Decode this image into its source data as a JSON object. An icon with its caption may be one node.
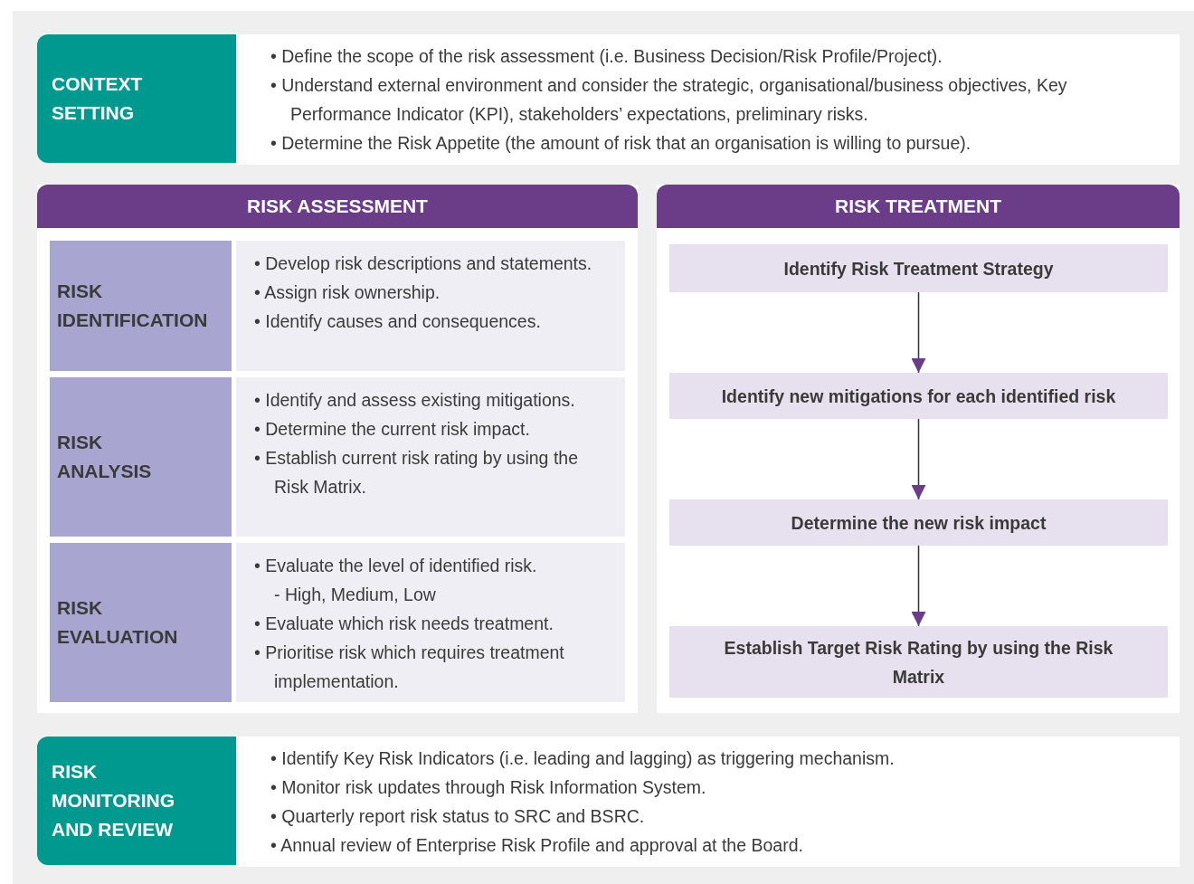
{
  "diagram": {
    "nodes": [
      {
        "text": [
          "CONTEXT SETTING"
        ]
      },
      {
        "text": [
          "• Define the scope of the risk assessment (i.e. Business Decision/Risk Profile/Project).",
          "• Understand external environment and consider the strategic, organisational/business objectives, Key Performance Indicator (KPI), stakeholders’ expectations, preliminary risks.",
          "• Determine the Risk Appetite (the amount of risk that an organisation is willing to pursue)."
        ]
      },
      {
        "text": [
          "RISK ASSESSMENT"
        ]
      },
      {
        "text": [
          "RISK IDENTIFICATION"
        ],
        "in": 2
      },
      {
        "text": [
          "• Develop risk descriptions and statements.",
          "• Assign risk ownership.",
          "• Identify causes and consequences."
        ],
        "in": 2
      },
      {
        "text": [
          "RISK ANALYSIS"
        ],
        "in": 2
      },
      {
        "text": [
          "• Identify and assess existing mitigations.",
          "• Determine the current risk impact.",
          "• Establish current risk rating by using the Risk Matrix."
        ],
        "in": 2
      },
      {
        "text": [
          "RISK EVALUATION"
        ],
        "in": 2
      },
      {
        "text": [
          "• Evaluate the level of identified risk.",
          "- High, Medium, Low",
          "• Evaluate which risk needs treatment.",
          "• Prioritise risk which requires treatment implementation."
        ],
        "in": 2
      },
      {
        "text": [
          "RISK TREATMENT"
        ]
      },
      {
        "text": [
          "Identify Risk Treatment Strategy"
        ],
        "in": 9
      },
      {
        "text": [
          "Identify new mitigations for each identified risk"
        ],
        "in": 9
      },
      {
        "text": [
          "Determine the new risk impact"
        ],
        "in": 9
      },
      {
        "text": [
          "Establish Target Risk Rating by using the Risk Matrix"
        ],
        "in": 9
      },
      {
        "text": [
          "RISK MONITORING AND REVIEW"
        ]
      },
      {
        "text": [
          "• Identify Key Risk Indicators (i.e. leading and lagging) as triggering mechanism.",
          "• Monitor risk updates through Risk Information System.",
          "• Quarterly report risk status to SRC and BSRC.",
          "• Annual review of Enterprise Risk Profile and approval at the Board."
        ]
      }
    ],
    "edges": [
      {
        "from": 10,
        "to": 11,
        "arrow": "to"
      },
      {
        "from": 11,
        "to": 12,
        "arrow": "to"
      },
      {
        "from": 12,
        "to": 13,
        "arrow": "to"
      }
    ]
  }
}
